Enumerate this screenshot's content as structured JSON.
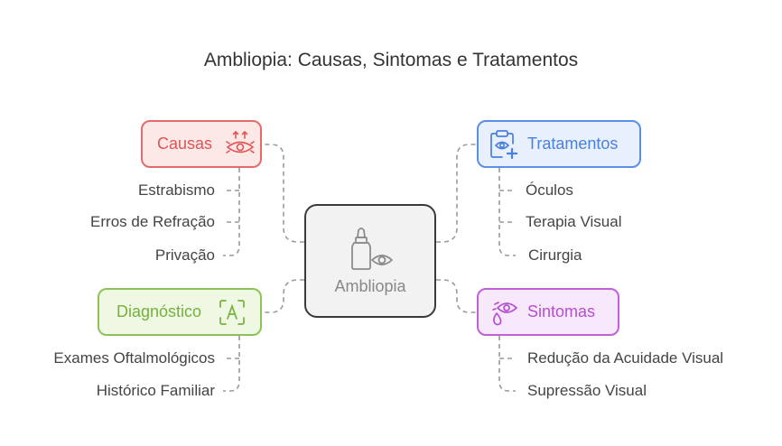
{
  "title": "Ambliopia: Causas, Sintomas e Tratamentos",
  "center": {
    "label": "Ambliopia",
    "icons": [
      "bottle-icon",
      "eye-icon"
    ]
  },
  "causas": {
    "label": "Causas",
    "icon": "eye-arrows-icon",
    "color": "#e05454",
    "items": [
      "Estrabismo",
      "Erros de Refração",
      "Privação"
    ]
  },
  "tratamentos": {
    "label": "Tratamentos",
    "icon": "clipboard-eye-icon",
    "color": "#4b7fdd",
    "items": [
      "Óculos",
      "Terapia Visual",
      "Cirurgia"
    ]
  },
  "diagnostico": {
    "label": "Diagnóstico",
    "icon": "scan-text-icon",
    "color": "#74b23a",
    "items": [
      "Exames Oftalmológicos",
      "Histórico Familiar"
    ]
  },
  "sintomas": {
    "label": "Sintomas",
    "icon": "eye-drop-icon",
    "color": "#b44fd0",
    "items": [
      "Redução da Acuidade Visual",
      "Supressão Visual"
    ]
  }
}
